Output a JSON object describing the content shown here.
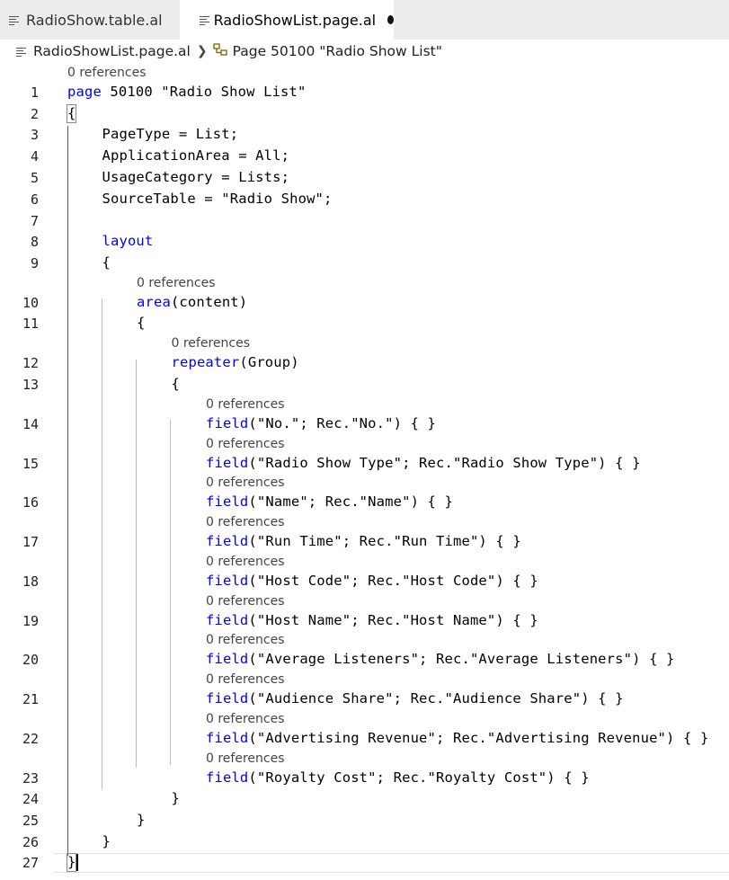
{
  "tabs": [
    {
      "label": "RadioShow.table.al",
      "active": false,
      "dirty": false
    },
    {
      "label": "RadioShowList.page.al",
      "active": true,
      "dirty": true
    }
  ],
  "breadcrumb": {
    "file": "RadioShowList.page.al",
    "symbol": "Page 50100 \"Radio Show List\""
  },
  "code_lens_text": "0 references",
  "lines": [
    {
      "n": "1",
      "indent": 0,
      "kw": "page",
      "rest": " 50100 \"Radio Show List\"",
      "lens": true
    },
    {
      "n": "2",
      "indent": 0,
      "kw": "",
      "rest": "{",
      "lens": false
    },
    {
      "n": "3",
      "indent": 1,
      "kw": "",
      "rest": "PageType = List;",
      "lens": false
    },
    {
      "n": "4",
      "indent": 1,
      "kw": "",
      "rest": "ApplicationArea = All;",
      "lens": false
    },
    {
      "n": "5",
      "indent": 1,
      "kw": "",
      "rest": "UsageCategory = Lists;",
      "lens": false
    },
    {
      "n": "6",
      "indent": 1,
      "kw": "",
      "rest": "SourceTable = \"Radio Show\";",
      "lens": false
    },
    {
      "n": "7",
      "indent": 1,
      "kw": "",
      "rest": "",
      "lens": false
    },
    {
      "n": "8",
      "indent": 1,
      "kw": "layout",
      "rest": "",
      "lens": false
    },
    {
      "n": "9",
      "indent": 1,
      "kw": "",
      "rest": "{",
      "lens": false
    },
    {
      "n": "10",
      "indent": 2,
      "kw": "area",
      "rest": "(content)",
      "lens": true
    },
    {
      "n": "11",
      "indent": 2,
      "kw": "",
      "rest": "{",
      "lens": false
    },
    {
      "n": "12",
      "indent": 3,
      "kw": "repeater",
      "rest": "(Group)",
      "lens": true
    },
    {
      "n": "13",
      "indent": 3,
      "kw": "",
      "rest": "{",
      "lens": false
    },
    {
      "n": "14",
      "indent": 4,
      "kw": "field",
      "rest": "(\"No.\"; Rec.\"No.\") { }",
      "lens": true
    },
    {
      "n": "15",
      "indent": 4,
      "kw": "field",
      "rest": "(\"Radio Show Type\"; Rec.\"Radio Show Type\") { }",
      "lens": true
    },
    {
      "n": "16",
      "indent": 4,
      "kw": "field",
      "rest": "(\"Name\"; Rec.\"Name\") { }",
      "lens": true
    },
    {
      "n": "17",
      "indent": 4,
      "kw": "field",
      "rest": "(\"Run Time\"; Rec.\"Run Time\") { }",
      "lens": true
    },
    {
      "n": "18",
      "indent": 4,
      "kw": "field",
      "rest": "(\"Host Code\"; Rec.\"Host Code\") { }",
      "lens": true
    },
    {
      "n": "19",
      "indent": 4,
      "kw": "field",
      "rest": "(\"Host Name\"; Rec.\"Host Name\") { }",
      "lens": true
    },
    {
      "n": "20",
      "indent": 4,
      "kw": "field",
      "rest": "(\"Average Listeners\"; Rec.\"Average Listeners\") { }",
      "lens": true
    },
    {
      "n": "21",
      "indent": 4,
      "kw": "field",
      "rest": "(\"Audience Share\"; Rec.\"Audience Share\") { }",
      "lens": true
    },
    {
      "n": "22",
      "indent": 4,
      "kw": "field",
      "rest": "(\"Advertising Revenue\"; Rec.\"Advertising Revenue\") { }",
      "lens": true
    },
    {
      "n": "23",
      "indent": 4,
      "kw": "field",
      "rest": "(\"Royalty Cost\"; Rec.\"Royalty Cost\") { }",
      "lens": true
    },
    {
      "n": "24",
      "indent": 3,
      "kw": "",
      "rest": "}",
      "lens": false
    },
    {
      "n": "25",
      "indent": 2,
      "kw": "",
      "rest": "}",
      "lens": false
    },
    {
      "n": "26",
      "indent": 1,
      "kw": "",
      "rest": "}",
      "lens": false
    },
    {
      "n": "27",
      "indent": 0,
      "kw": "",
      "rest": "}",
      "lens": false
    }
  ],
  "colors": {
    "keyword": "#0000ff",
    "text": "#000000",
    "tab_bar": "#ececec"
  }
}
